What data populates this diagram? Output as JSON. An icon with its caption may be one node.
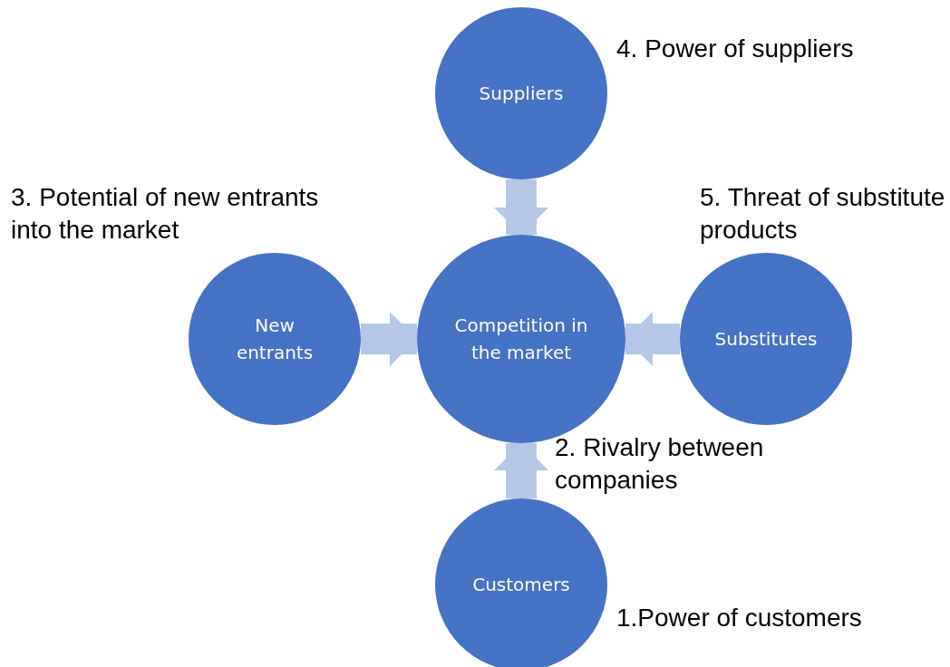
{
  "diagram": {
    "nodes": [
      {
        "text": [
          "Suppliers"
        ],
        "beside": [
          "4. Power of suppliers"
        ]
      },
      {
        "text": [
          "New entrants"
        ],
        "beside": [
          "3. Potential of new entrants into the market"
        ]
      },
      {
        "text": [
          "Competition in the market"
        ],
        "beside": [
          "2. Rivalry between companies"
        ]
      },
      {
        "text": [
          "Substitutes"
        ],
        "beside": [
          "5. Threat of substitute products"
        ]
      },
      {
        "text": [
          "Customers"
        ],
        "beside": [
          "1.Power of customers"
        ]
      }
    ],
    "edges": [
      {
        "from": 0,
        "to": 2,
        "arrow": "to"
      },
      {
        "from": 1,
        "to": 2,
        "arrow": "to"
      },
      {
        "from": 3,
        "to": 2,
        "arrow": "to"
      },
      {
        "from": 4,
        "to": 2,
        "arrow": "to"
      }
    ]
  }
}
